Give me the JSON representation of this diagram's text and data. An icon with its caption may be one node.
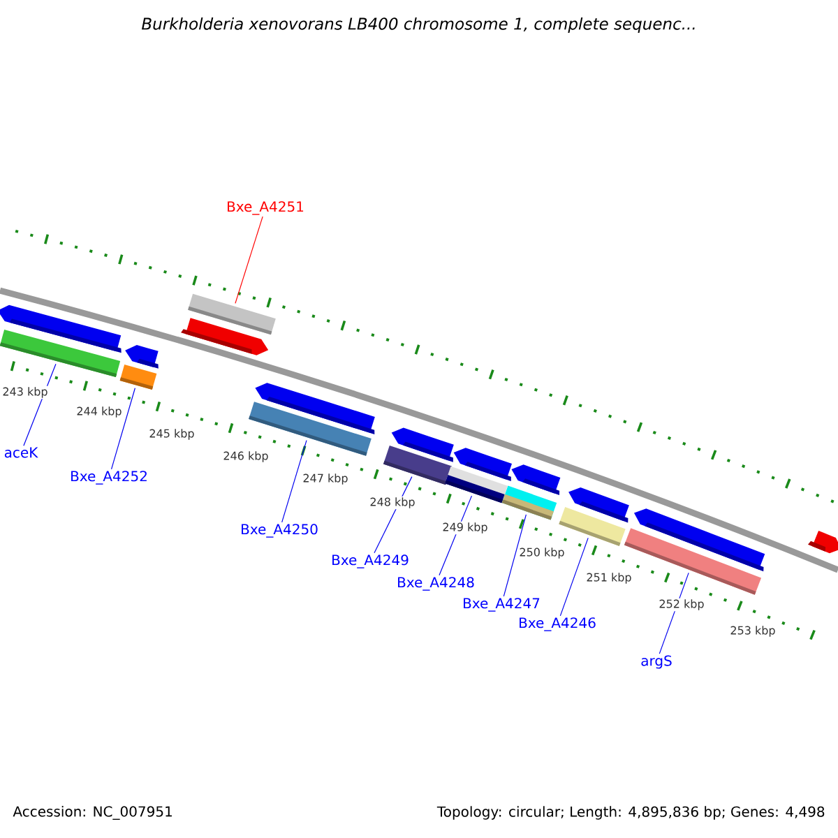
{
  "diagram": {
    "title": "Burkholderia xenovorans LB400 chromosome 1, complete sequenc...",
    "nodes": [
      {
        "text": [
          "Bxe_A4251"
        ]
      },
      {
        "text": [
          "aceK"
        ]
      },
      {
        "text": [
          "Bxe_A4252"
        ]
      },
      {
        "text": [
          "Bxe_A4250"
        ]
      },
      {
        "text": [
          "Bxe_A4249"
        ]
      },
      {
        "text": [
          "Bxe_A4248"
        ]
      },
      {
        "text": [
          "Bxe_A4247"
        ]
      },
      {
        "text": [
          "Bxe_A4246"
        ]
      },
      {
        "text": [
          "argS"
        ]
      },
      {
        "text": [],
        "shape": "bar"
      },
      {
        "text": [],
        "shape": "bar"
      },
      {
        "text": [],
        "shape": "bar"
      },
      {
        "text": [],
        "shape": "bar"
      },
      {
        "text": [],
        "shape": "bar"
      },
      {
        "text": [],
        "shape": "bar"
      },
      {
        "text": [],
        "shape": "bar"
      },
      {
        "text": [],
        "shape": "bar"
      },
      {
        "text": [],
        "shape": "bar"
      },
      {
        "text": [],
        "shape": "pentagon"
      },
      {
        "text": [],
        "shape": "pentagon"
      },
      {
        "text": [],
        "shape": "pentagon"
      },
      {
        "text": [],
        "shape": "pentagon"
      },
      {
        "text": [],
        "shape": "pentagon"
      },
      {
        "text": [],
        "shape": "pentagon"
      },
      {
        "text": [],
        "shape": "pentagon"
      },
      {
        "text": [],
        "shape": "pentagon"
      },
      {
        "text": [],
        "shape": "pentagon"
      },
      {
        "text": [],
        "shape": "pentagon"
      }
    ],
    "edges": [
      {
        "from": 0,
        "to": 9,
        "arrow": "none",
        "color": "#ff0000"
      },
      {
        "from": 1,
        "to": 10,
        "arrow": "none"
      },
      {
        "from": 2,
        "to": 11,
        "arrow": "none"
      },
      {
        "from": 3,
        "to": 12,
        "arrow": "none"
      },
      {
        "from": 4,
        "to": 13,
        "arrow": "none"
      },
      {
        "from": 5,
        "to": 14,
        "arrow": "none"
      },
      {
        "from": 6,
        "to": 15,
        "arrow": "none"
      },
      {
        "from": 7,
        "to": 16,
        "arrow": "none"
      },
      {
        "from": 8,
        "to": 17,
        "arrow": "none"
      }
    ],
    "labels": [
      "243 kbp",
      "244 kbp",
      "245 kbp",
      "246 kbp",
      "247 kbp",
      "248 kbp",
      "249 kbp",
      "250 kbp",
      "251 kbp",
      "252 kbp",
      "253 kbp",
      "Accession: NC_007951",
      "Topology: circular; Length: 4,895,836 bp; Genes: 4,498"
    ]
  }
}
